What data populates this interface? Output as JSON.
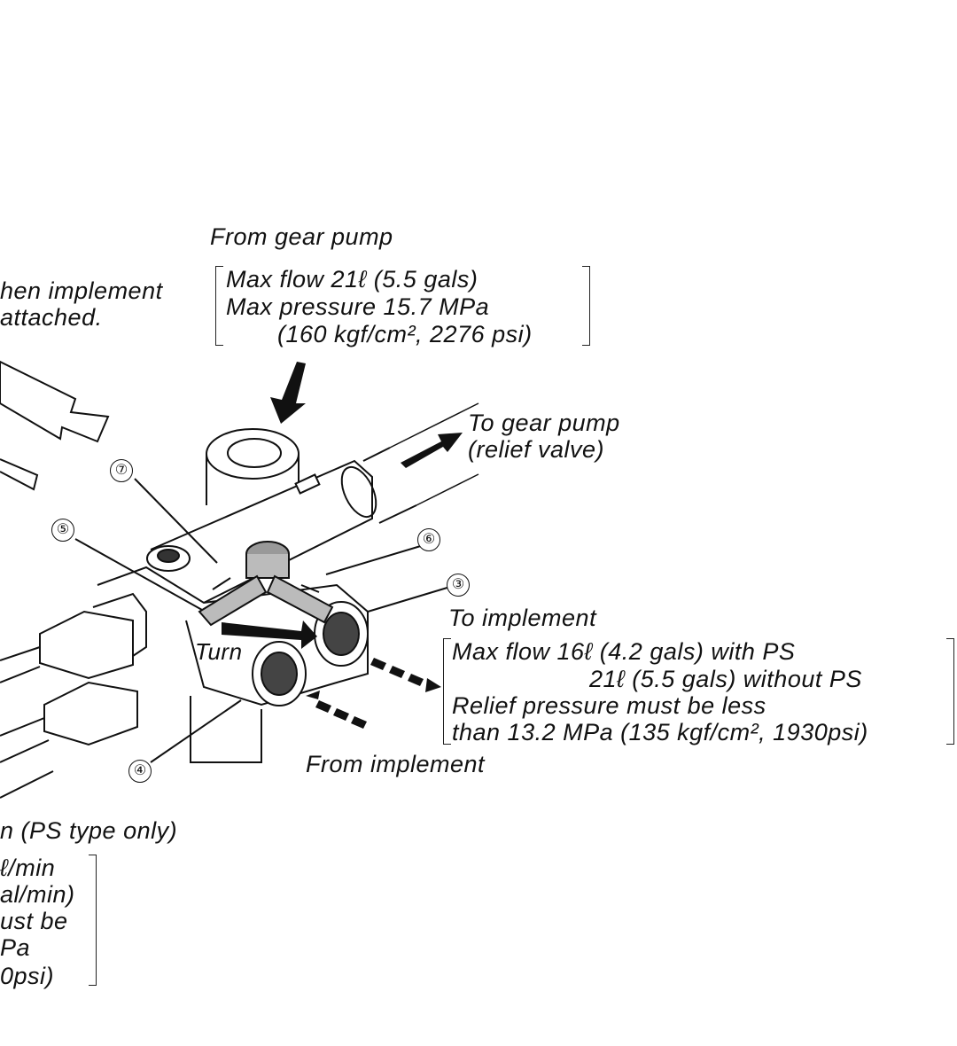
{
  "labels": {
    "from_gear_pump": "From gear pump",
    "gear_pump_specs": [
      "Max flow 21ℓ  (5.5 gals)",
      "Max pressure 15.7 MPa",
      "(160 kgf/cm², 2276 psi)"
    ],
    "left_note": [
      "hen implement",
      "attached."
    ],
    "to_gear_pump": [
      "To gear pump",
      "(relief valve)"
    ],
    "to_implement": "To implement",
    "implement_specs": [
      "Max flow 16ℓ  (4.2 gals) with PS",
      "21ℓ  (5.5 gals) without PS",
      "Relief pressure must be less",
      "than 13.2 MPa (135 kgf/cm², 1930psi)"
    ],
    "turn": "Turn",
    "from_implement": "From implement",
    "ps_type": "n  (PS type only)",
    "bottom_specs": [
      "ℓ/min",
      "al/min)",
      "ust be",
      "Pa",
      "0psi)"
    ]
  },
  "callouts": [
    "⑦",
    "⑤",
    "⑥",
    "③",
    "④"
  ]
}
